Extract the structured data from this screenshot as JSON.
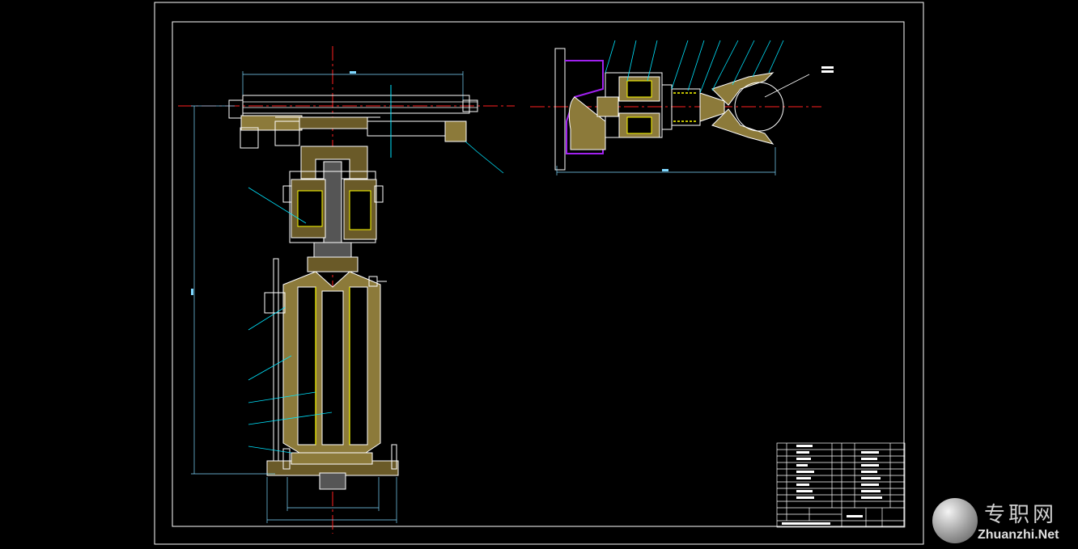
{
  "drawing": {
    "type": "cad-assembly-drawing",
    "background_color": "#000000",
    "colors": {
      "frame": "#ffffff",
      "centerline": "#ff2020",
      "outline": "#ffffff",
      "hatch": "#c8b45a",
      "spring": "#ffff00",
      "leader": "#00e5ff",
      "accent": "#a020f0",
      "dimension": "#7fd8ff"
    }
  },
  "watermark": {
    "text_cn": "专职网",
    "text_en": "Zhuanzhi.Net",
    "logo_icon": "faceted-sphere-icon"
  }
}
